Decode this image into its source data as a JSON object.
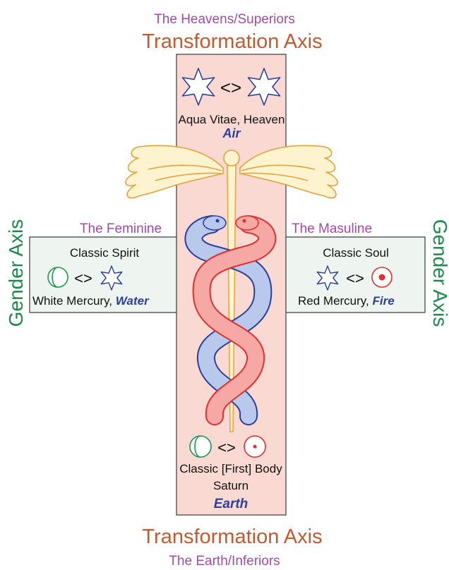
{
  "top": {
    "subtitle": "The Heavens/Superiors",
    "title": "Transformation Axis"
  },
  "bottom": {
    "title": "Transformation Axis",
    "subtitle": "The Earth/Inferiors"
  },
  "left_axis": {
    "label": "Gender Axis"
  },
  "right_axis": {
    "label": "Gender Axis"
  },
  "heaven": {
    "swap": "<>",
    "caption": "Aqua Vitae, Heaven",
    "element": "Air"
  },
  "feminine": {
    "heading": "The Feminine",
    "name": "Classic Spirit",
    "swap": "<>",
    "mercury": "White Mercury, ",
    "element": "Water"
  },
  "masculine": {
    "heading": "The Masuline",
    "name": "Classic Soul",
    "swap": "<>",
    "mercury": "Red Mercury, ",
    "element": "Fire"
  },
  "earth": {
    "swap": "<>",
    "caption": "Classic [First] Body",
    "caption2": "Saturn",
    "element": "Earth"
  },
  "colors": {
    "purple": "#a44aa6",
    "orange": "#c45a30",
    "green": "#1a8a4a",
    "blue": "#2b3f9e",
    "red": "#e03030",
    "column_fill": "#f9d9d1",
    "box_fill": "#eef5f1"
  }
}
